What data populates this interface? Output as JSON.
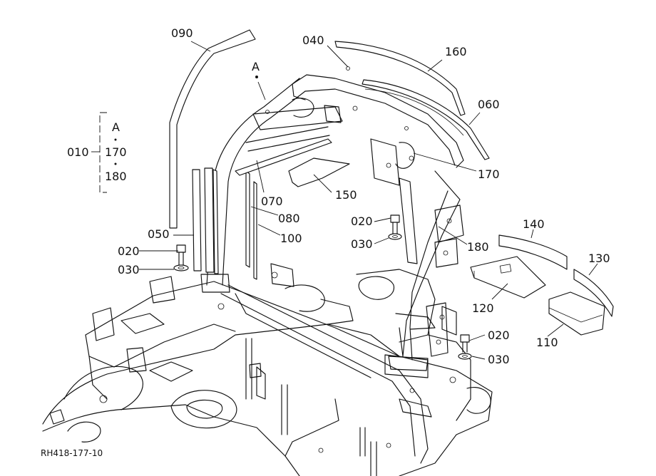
{
  "drawing_ref": "RH418-177-10",
  "callout_marker": "A",
  "group_bracket": {
    "parent": "010",
    "items": [
      "A",
      "170",
      "180"
    ],
    "separator": "•"
  },
  "parts": {
    "p010": "010",
    "p020": "020",
    "p030": "030",
    "p040": "040",
    "p050": "050",
    "p060": "060",
    "p070": "070",
    "p080": "080",
    "p090": "090",
    "p100": "100",
    "p110": "110",
    "p120": "120",
    "p130": "130",
    "p140": "140",
    "p150": "150",
    "p160": "160",
    "p170": "170",
    "p180": "180"
  }
}
